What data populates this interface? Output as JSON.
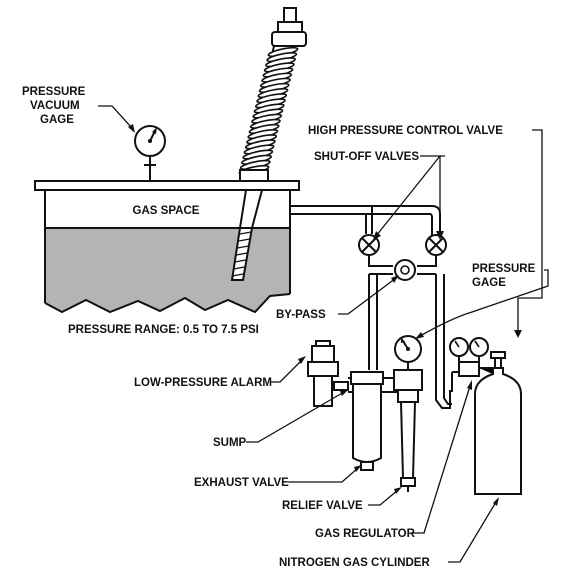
{
  "labels": {
    "pressure_vacuum_gage": [
      "PRESSURE",
      "VACUUM",
      "GAGE"
    ],
    "high_pressure_control_valve": "HIGH PRESSURE CONTROL VALVE",
    "shut_off_valves": "SHUT-OFF VALVES",
    "gas_space": "GAS SPACE",
    "pressure_gage": [
      "PRESSURE",
      "GAGE"
    ],
    "by_pass": "BY-PASS",
    "pressure_range": "PRESSURE RANGE:  0.5 TO 7.5 PSI",
    "low_pressure_alarm": "LOW-PRESSURE ALARM",
    "sump": "SUMP",
    "exhaust_valve": "EXHAUST VALVE",
    "relief_valve": "RELIEF VALVE",
    "gas_regulator": "GAS REGULATOR",
    "nitrogen_gas_cylinder": "NITROGEN GAS CYLINDER"
  },
  "colors": {
    "ink": "#111111",
    "oil_fill": "#b4b4b4",
    "background": "#ffffff"
  }
}
